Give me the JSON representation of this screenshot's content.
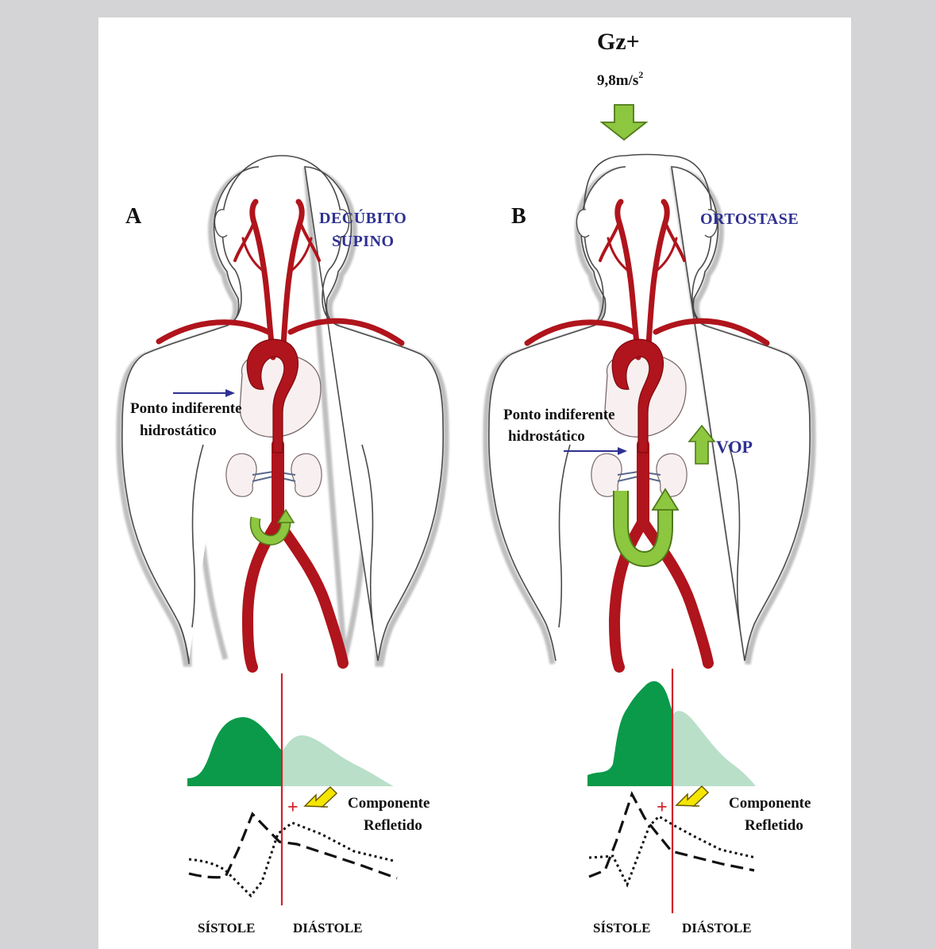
{
  "colors": {
    "background": "#d4d4d6",
    "panel": "#ffffff",
    "artery": "#b0141c",
    "artery_dark": "#7d0a10",
    "body_outline": "#4a4a4a",
    "body_shadow": "#8a8a8a",
    "green_arrow": "#8dc63f",
    "green_arrow_dark": "#4f7a1a",
    "blue_text": "#2e3192",
    "blue_arrow": "#2e3192",
    "systole_fill": "#0a9a4a",
    "diastole_fill": "#b9dfc9",
    "red_line": "#d2232a",
    "yellow_arrow": "#f5e600"
  },
  "panel_a": {
    "letter": "A",
    "position_line1": "DECÚBITO",
    "position_line2": "SUPINO",
    "indifferent_point_line1": "Ponto indiferente",
    "indifferent_point_line2": "hidrostático",
    "reflected_line1": "Componente",
    "reflected_line2": "Refletido",
    "plus_sign": "+",
    "systole": "SÍSTOLE",
    "diastole": "DIÁSTOLE"
  },
  "panel_b": {
    "letter": "B",
    "position": "ORTOSTASE",
    "gravity_label": "Gz+",
    "gravity_value": "9,8m/s",
    "gravity_exponent": "2",
    "indifferent_point_line1": "Ponto indiferente",
    "indifferent_point_line2": "hidrostático",
    "pwv_label": "VOP",
    "reflected_line1": "Componente",
    "reflected_line2": "Refletido",
    "plus_sign": "+",
    "systole": "SÍSTOLE",
    "diastole": "DIÁSTOLE"
  }
}
